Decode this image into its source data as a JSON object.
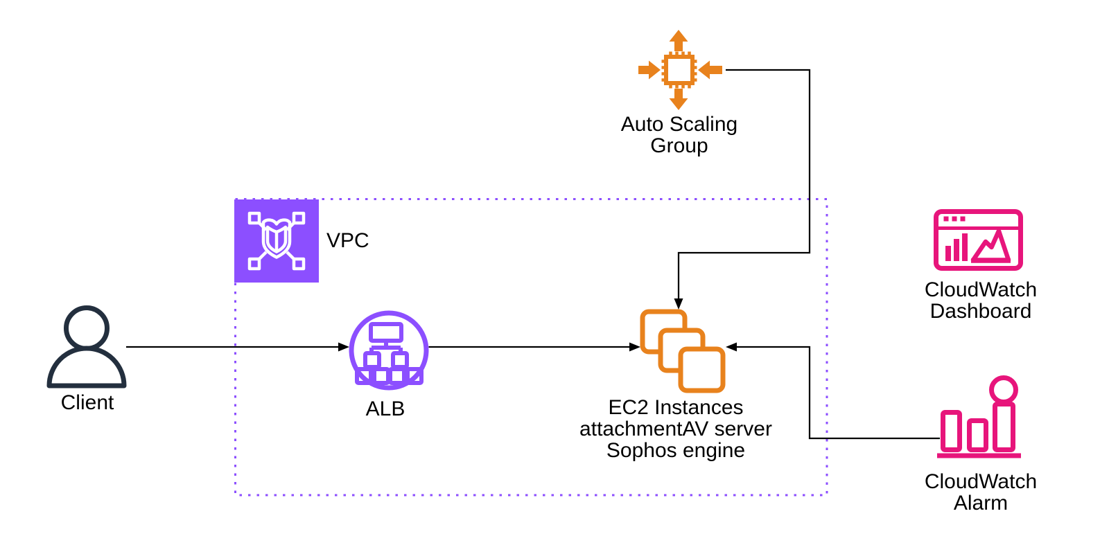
{
  "colors": {
    "orange": "#E8821D",
    "purple": "#8C4FFF",
    "pink": "#E7157B",
    "dark_navy": "#232F3E",
    "line": "#000000",
    "icon_glyph_white": "#FFFFFF"
  },
  "nodes": {
    "client": {
      "label": "Client",
      "icon": "user-icon"
    },
    "vpc": {
      "label": "VPC",
      "icon": "vpc-shield-icon"
    },
    "alb": {
      "label": "ALB",
      "icon": "load-balancer-icon"
    },
    "ec2": {
      "label": "EC2 Instances\nattachmentAV server\nSophos engine",
      "icon": "ec2-instances-icon"
    },
    "auto_scaling_group": {
      "label": "Auto Scaling\nGroup",
      "icon": "auto-scaling-icon"
    },
    "cloudwatch_dashboard": {
      "label": "CloudWatch\nDashboard",
      "icon": "cloudwatch-dashboard-icon"
    },
    "cloudwatch_alarm": {
      "label": "CloudWatch\nAlarm",
      "icon": "cloudwatch-alarm-icon"
    }
  },
  "connections": [
    {
      "from": "client",
      "to": "alb",
      "arrow": "into-alb"
    },
    {
      "from": "alb",
      "to": "ec2",
      "arrow": "into-ec2"
    },
    {
      "from": "auto_scaling_group",
      "to": "ec2",
      "arrow": "into-ec2-top"
    },
    {
      "from": "cloudwatch_alarm",
      "to": "ec2",
      "arrow": "into-ec2-right"
    }
  ]
}
